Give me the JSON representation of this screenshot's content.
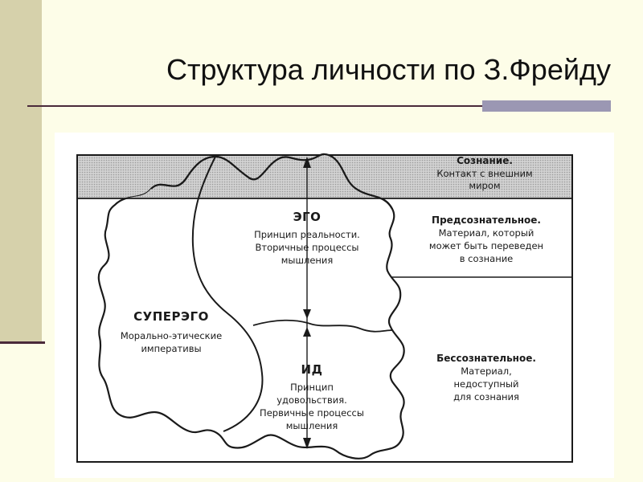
{
  "slide": {
    "title": "Структура личности по З.Фрейду"
  },
  "diagram": {
    "zones": {
      "conscious": {
        "heading": "Сознание.",
        "line1": "Контакт с внешним",
        "line2": "миром"
      },
      "preconscious": {
        "heading": "Предсознательное.",
        "line1": "Материал, который",
        "line2": "может быть переведен",
        "line3": "в сознание"
      },
      "unconscious": {
        "heading": "Бессознательное.",
        "line1": "Материал,",
        "line2": "недоступный",
        "line3": "для сознания"
      }
    },
    "regions": {
      "ego": {
        "name": "ЭГО",
        "line1": "Принцип реальности.",
        "line2": "Вторичные процессы",
        "line3": "мышления"
      },
      "superego": {
        "name": "СУПЕРЭГО",
        "line1": "Морально-этические",
        "line2": "императивы"
      },
      "id": {
        "name": "ИД",
        "line1": "Принцип",
        "line2": "удовольствия.",
        "line3": "Первичные процессы",
        "line4": "мышления"
      }
    },
    "colors": {
      "conscious_band": "#c9c9c9",
      "ink": "#1a1a1a"
    }
  }
}
